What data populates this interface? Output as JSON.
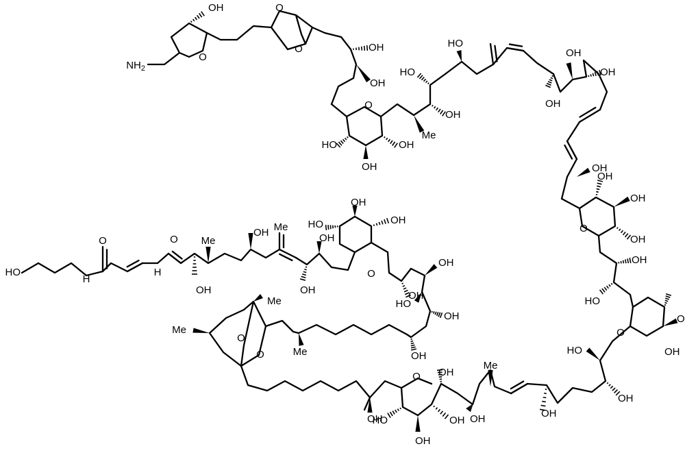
{
  "structure": {
    "atom_labels": {
      "amine": "NH",
      "amine_sub": "2",
      "hydroxyl": "OH",
      "hydroxyl_left": "HO",
      "oxygen": "O",
      "methyl": "Me",
      "nitrogen_H": "H",
      "nitrogen": "N"
    },
    "colors": {
      "ink": "#000000",
      "background": "#ffffff"
    }
  }
}
